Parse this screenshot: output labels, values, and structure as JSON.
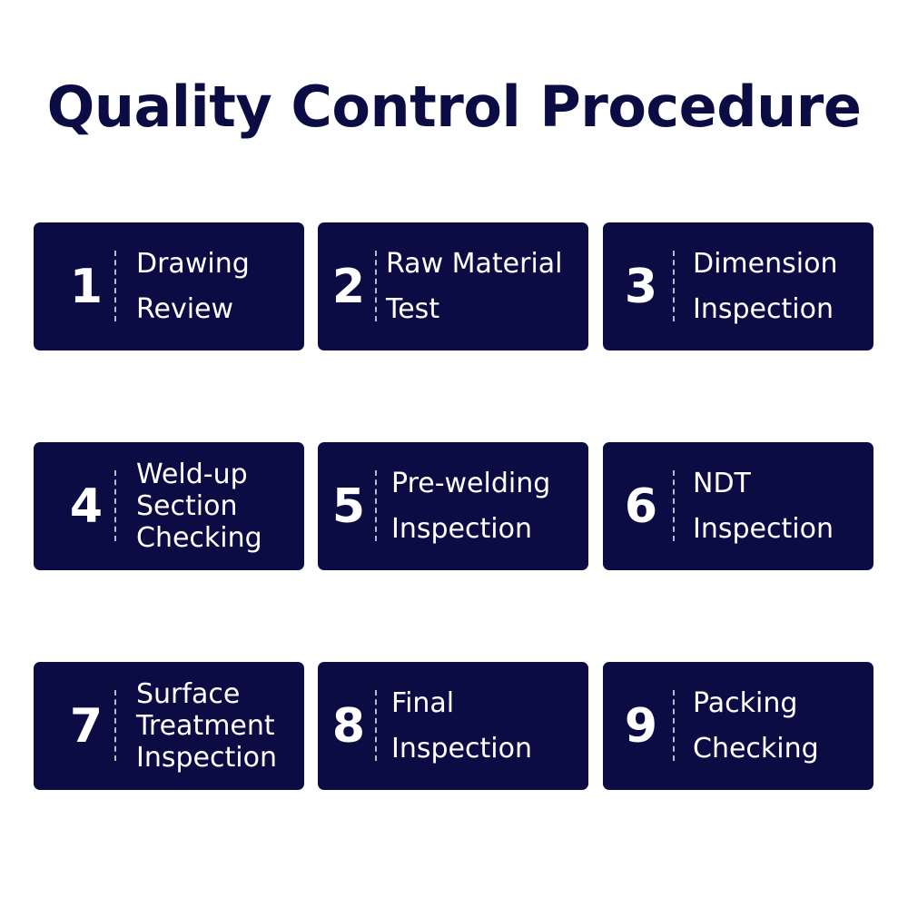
{
  "title": "Quality Control Procedure",
  "colors": {
    "card_background": "#0c0c45",
    "title_text": "#0c0c45",
    "card_text": "#ffffff",
    "separator": "#b9b9c9"
  },
  "steps": [
    {
      "number": "1",
      "lines": [
        "Drawing",
        "Review"
      ]
    },
    {
      "number": "2",
      "lines": [
        "Raw Material",
        "Test"
      ]
    },
    {
      "number": "3",
      "lines": [
        "Dimension",
        "Inspection"
      ]
    },
    {
      "number": "4",
      "lines": [
        "Weld-up",
        "Section",
        "Checking"
      ]
    },
    {
      "number": "5",
      "lines": [
        "Pre-welding",
        "Inspection"
      ]
    },
    {
      "number": "6",
      "lines": [
        "NDT",
        "Inspection"
      ]
    },
    {
      "number": "7",
      "lines": [
        "Surface",
        "Treatment",
        "Inspection"
      ]
    },
    {
      "number": "8",
      "lines": [
        "Final",
        "Inspection"
      ]
    },
    {
      "number": "9",
      "lines": [
        "Packing",
        "Checking"
      ]
    }
  ]
}
